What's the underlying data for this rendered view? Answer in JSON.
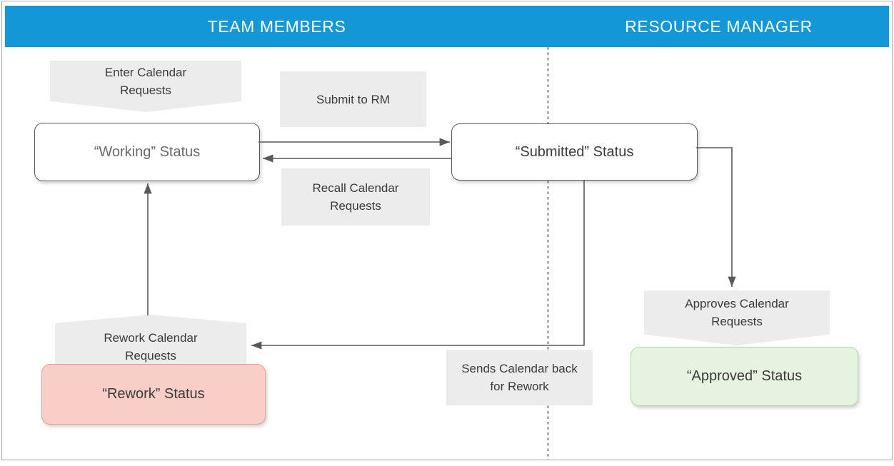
{
  "header": {
    "left_title": "TEAM MEMBERS",
    "right_title": "RESOURCE MANAGER",
    "background_color": "#1497D6",
    "text_color": "#FFFFFF"
  },
  "nodes": {
    "working": {
      "label": "“Working” Status",
      "fill": "#FFFFFF",
      "border": "#595959",
      "text_color": "#6A6A6A"
    },
    "submitted": {
      "label": "“Submitted” Status",
      "fill": "#FFFFFF",
      "border": "#595959",
      "text_color": "#3B3B3B"
    },
    "rework": {
      "label": "“Rework” Status",
      "fill": "#F8CEC6",
      "border": "#E9A090",
      "text_color": "#3B3B3B"
    },
    "approved": {
      "label": "“Approved” Status",
      "fill": "#E6F3E0",
      "border": "#AEDBA4",
      "text_color": "#3B3B3B"
    }
  },
  "annotations": {
    "enter_calendar": "Enter Calendar Requests",
    "submit_to_rm": "Submit to RM",
    "recall_calendar": "Recall Calendar Requests",
    "rework_calendar": "Rework Calendar Requests",
    "sends_back": "Sends Calendar back for Rework",
    "approves_calendar": "Approves Calendar Requests",
    "fill": "#ECECEC",
    "text_color": "#3B3B3B"
  },
  "connector_color": "#595959",
  "lane_divider_color": "#AFAFAF"
}
